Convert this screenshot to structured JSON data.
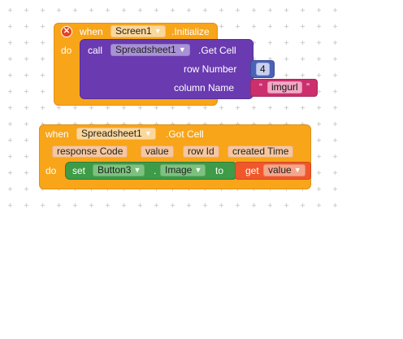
{
  "block1": {
    "event_when": "when",
    "component": "Screen1",
    "event_name": ".Initialize",
    "do_label": "do",
    "call_label": "call",
    "call_component": "Spreadsheet1",
    "method": ".Get Cell",
    "arg1_label": "row Number",
    "arg1_value": "4",
    "arg2_label": "column Name",
    "arg2_quote_open": "“",
    "arg2_value": "imgurl",
    "arg2_quote_close": "”"
  },
  "block2": {
    "event_when": "when",
    "component": "Spreadsheet1",
    "event_name": ".Got Cell",
    "params": [
      "response Code",
      "value",
      "row Id",
      "created Time"
    ],
    "do_label": "do",
    "set_label": "set",
    "set_component": "Button3",
    "dot": ".",
    "property": "Image",
    "to_label": "to",
    "get_label": "get",
    "get_var": "value"
  },
  "icons": {
    "dropdown": "chevron-down-icon",
    "error": "close-icon"
  },
  "colors": {
    "event": "#f8a519",
    "procedure_call": "#6a3ab0",
    "setter": "#3e9b47",
    "number": "#4b62b8",
    "text": "#cc2f6e",
    "variable": "#f0572a"
  }
}
